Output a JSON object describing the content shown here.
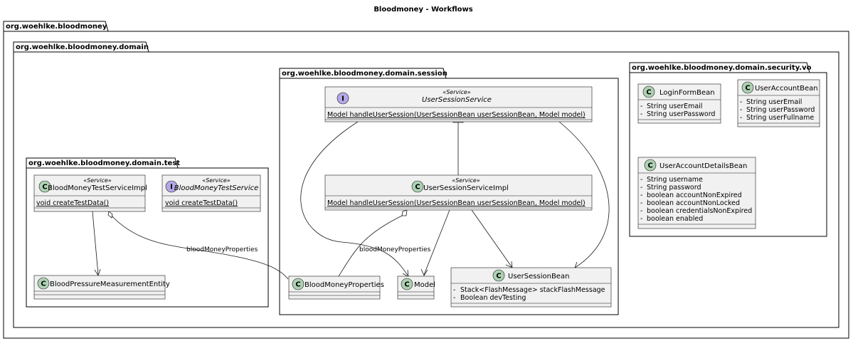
{
  "title": "Bloodmoney - Workflows",
  "packages": {
    "root": "org.woehlke.bloodmoney",
    "domain": "org.woehlke.bloodmoney.domain",
    "session": "org.woehlke.bloodmoney.domain.session",
    "security_vo": "org.woehlke.bloodmoney.domain.security.vo",
    "test": "org.woehlke.bloodmoney.domain.test"
  },
  "classes": {
    "user_session_service": {
      "kind": "I",
      "stereotype": "«Service»",
      "name": "UserSessionService",
      "methods": [
        "Model handleUserSession(UserSessionBean userSessionBean, Model model)"
      ]
    },
    "user_session_service_impl": {
      "kind": "C",
      "stereotype": "«Service»",
      "name": "UserSessionServiceImpl",
      "methods": [
        "Model handleUserSession(UserSessionBean userSessionBean, Model model)"
      ]
    },
    "user_session_bean": {
      "kind": "C",
      "name": "UserSessionBean",
      "fields": [
        "Stack<FlashMessage> stackFlashMessage",
        "Boolean devTesting"
      ]
    },
    "model": {
      "kind": "C",
      "name": "Model"
    },
    "bloodmoney_properties": {
      "kind": "C",
      "name": "BloodMoneyProperties"
    },
    "login_form_bean": {
      "kind": "C",
      "name": "LoginFormBean",
      "fields": [
        "String userEmail",
        "String userPassword"
      ]
    },
    "user_account_bean": {
      "kind": "C",
      "name": "UserAccountBean",
      "fields": [
        "String userEmail",
        "String userPassword",
        "String userFullname"
      ]
    },
    "user_account_details_bean": {
      "kind": "C",
      "name": "UserAccountDetailsBean",
      "fields": [
        "String username",
        "String password",
        "boolean accountNonExpired",
        "boolean accountNonLocked",
        "boolean credentialsNonExpired",
        "boolean enabled"
      ]
    },
    "bloodmoney_test_service_impl": {
      "kind": "C",
      "stereotype": "«Service»",
      "name": "BloodMoneyTestServiceImpl",
      "methods": [
        "void createTestData()"
      ]
    },
    "bloodmoney_test_service": {
      "kind": "I",
      "stereotype": "«Service»",
      "name": "BloodMoneyTestService",
      "methods": [
        "void createTestData()"
      ]
    },
    "blood_pressure_measurement_entity": {
      "kind": "C",
      "name": "BloodPressureMeasurementEntity"
    }
  },
  "edge_labels": {
    "impl_to_properties": "bloodMoneyProperties",
    "test_to_properties": "bloodMoneyProperties"
  },
  "visibility_marker": "-",
  "colors": {
    "class_fill": "#f1f1f1",
    "class_badge": "#add1b2",
    "interface_badge": "#b4a7e5"
  }
}
